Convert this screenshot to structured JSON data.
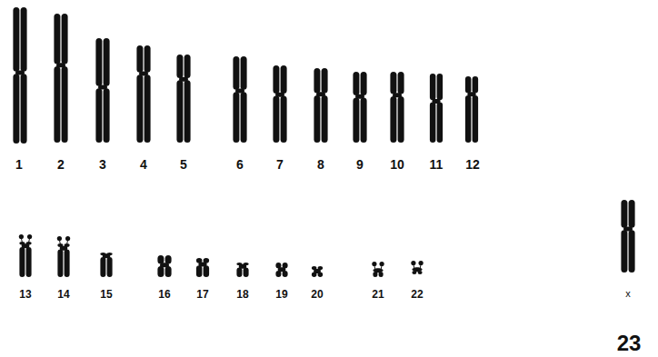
{
  "diagram": {
    "labels": [
      "1",
      "2",
      "3",
      "4",
      "5",
      "6",
      "7",
      "8",
      "9",
      "10",
      "11",
      "12",
      "13",
      "14",
      "15",
      "16",
      "17",
      "18",
      "19",
      "20",
      "21",
      "22",
      "x",
      "23"
    ]
  }
}
